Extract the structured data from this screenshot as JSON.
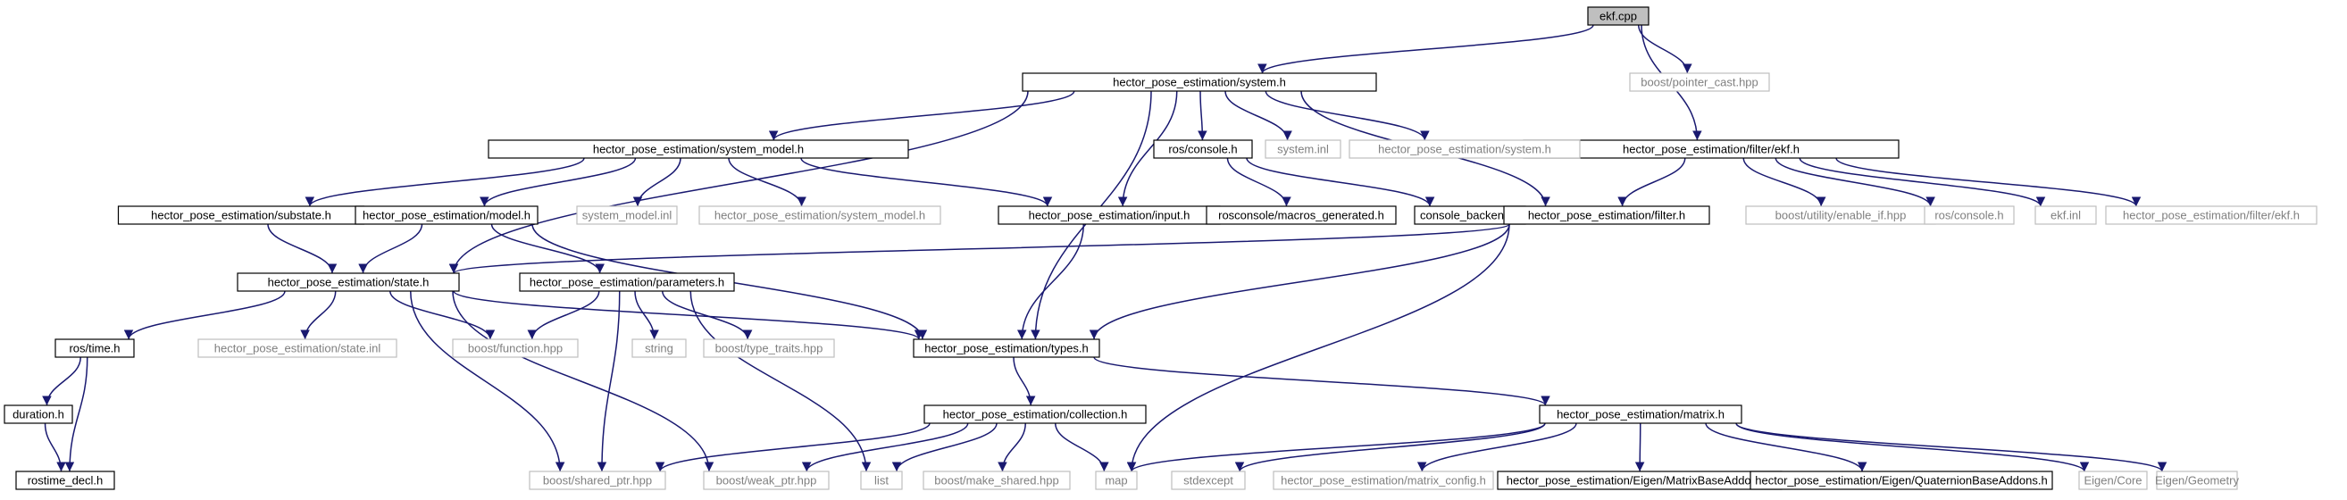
{
  "title": "",
  "colors": {
    "edge": "#191970",
    "primary_border": "#000000",
    "external_border": "#bfbfbf",
    "root_fill": "#bfbfbf",
    "external_text": "#808080"
  },
  "nodes": [
    {
      "id": "ekf_cpp",
      "label": "ekf.cpp",
      "kind": "root"
    },
    {
      "id": "boost_pointer_cast",
      "label": "boost/pointer_cast.hpp",
      "kind": "external"
    },
    {
      "id": "system_h",
      "label": "hector_pose_estimation/system.h",
      "kind": "primary"
    },
    {
      "id": "filter_ekf_h",
      "label": "hector_pose_estimation/filter/ekf.h",
      "kind": "primary"
    },
    {
      "id": "system_model_h",
      "label": "hector_pose_estimation/system_model.h",
      "kind": "primary"
    },
    {
      "id": "ros_console_h_1",
      "label": "ros/console.h",
      "kind": "primary"
    },
    {
      "id": "system_inl",
      "label": "system.inl",
      "kind": "external"
    },
    {
      "id": "hpe_system_h_ext",
      "label": "hector_pose_estimation/system.h",
      "kind": "external"
    },
    {
      "id": "substate_h",
      "label": "hector_pose_estimation/substate.h",
      "kind": "primary"
    },
    {
      "id": "model_h",
      "label": "hector_pose_estimation/model.h",
      "kind": "primary"
    },
    {
      "id": "system_model_inl",
      "label": "system_model.inl",
      "kind": "external"
    },
    {
      "id": "hpe_system_model_h_ext",
      "label": "hector_pose_estimation/system_model.h",
      "kind": "external"
    },
    {
      "id": "input_h",
      "label": "hector_pose_estimation/input.h",
      "kind": "primary"
    },
    {
      "id": "macros_generated_h",
      "label": "rosconsole/macros_generated.h",
      "kind": "primary"
    },
    {
      "id": "console_backend_h",
      "label": "console_backend.h",
      "kind": "primary"
    },
    {
      "id": "filter_h",
      "label": "hector_pose_estimation/filter.h",
      "kind": "primary"
    },
    {
      "id": "enable_if_hpp",
      "label": "boost/utility/enable_if.hpp",
      "kind": "external"
    },
    {
      "id": "ros_console_h_2",
      "label": "ros/console.h",
      "kind": "external"
    },
    {
      "id": "ekf_inl",
      "label": "ekf.inl",
      "kind": "external"
    },
    {
      "id": "hpe_filter_ekf_h_ext",
      "label": "hector_pose_estimation/filter/ekf.h",
      "kind": "external"
    },
    {
      "id": "state_h",
      "label": "hector_pose_estimation/state.h",
      "kind": "primary"
    },
    {
      "id": "parameters_h",
      "label": "hector_pose_estimation/parameters.h",
      "kind": "primary"
    },
    {
      "id": "ros_time_h",
      "label": "ros/time.h",
      "kind": "primary"
    },
    {
      "id": "state_inl",
      "label": "hector_pose_estimation/state.inl",
      "kind": "external"
    },
    {
      "id": "boost_function_hpp",
      "label": "boost/function.hpp",
      "kind": "external"
    },
    {
      "id": "string",
      "label": "string",
      "kind": "external"
    },
    {
      "id": "type_traits_hpp",
      "label": "boost/type_traits.hpp",
      "kind": "external"
    },
    {
      "id": "types_h",
      "label": "hector_pose_estimation/types.h",
      "kind": "primary"
    },
    {
      "id": "duration_h",
      "label": "duration.h",
      "kind": "primary"
    },
    {
      "id": "collection_h",
      "label": "hector_pose_estimation/collection.h",
      "kind": "primary"
    },
    {
      "id": "matrix_h",
      "label": "hector_pose_estimation/matrix.h",
      "kind": "primary"
    },
    {
      "id": "rostime_decl_h",
      "label": "rostime_decl.h",
      "kind": "primary"
    },
    {
      "id": "shared_ptr_hpp",
      "label": "boost/shared_ptr.hpp",
      "kind": "external"
    },
    {
      "id": "weak_ptr_hpp",
      "label": "boost/weak_ptr.hpp",
      "kind": "external"
    },
    {
      "id": "list",
      "label": "list",
      "kind": "external"
    },
    {
      "id": "make_shared_hpp",
      "label": "boost/make_shared.hpp",
      "kind": "external"
    },
    {
      "id": "map",
      "label": "map",
      "kind": "external"
    },
    {
      "id": "stdexcept",
      "label": "stdexcept",
      "kind": "external"
    },
    {
      "id": "matrix_config_h",
      "label": "hector_pose_estimation/matrix_config.h",
      "kind": "external"
    },
    {
      "id": "matrix_base_addons_h",
      "label": "hector_pose_estimation/Eigen/MatrixBaseAddons.h",
      "kind": "primary"
    },
    {
      "id": "quaternion_base_addons_h",
      "label": "hector_pose_estimation/Eigen/QuaternionBaseAddons.h",
      "kind": "primary"
    },
    {
      "id": "eigen_core",
      "label": "Eigen/Core",
      "kind": "external"
    },
    {
      "id": "eigen_geometry",
      "label": "Eigen/Geometry",
      "kind": "external"
    }
  ],
  "edges": [
    [
      "ekf_cpp",
      "system_h"
    ],
    [
      "ekf_cpp",
      "boost_pointer_cast"
    ],
    [
      "ekf_cpp",
      "filter_ekf_h"
    ],
    [
      "system_h",
      "system_model_h"
    ],
    [
      "system_h",
      "ros_console_h_1"
    ],
    [
      "system_h",
      "system_inl"
    ],
    [
      "system_h",
      "hpe_system_h_ext"
    ],
    [
      "system_h",
      "state_h"
    ],
    [
      "system_h",
      "input_h"
    ],
    [
      "system_h",
      "filter_h"
    ],
    [
      "system_h",
      "types_h"
    ],
    [
      "filter_ekf_h",
      "filter_h"
    ],
    [
      "filter_ekf_h",
      "enable_if_hpp"
    ],
    [
      "filter_ekf_h",
      "ros_console_h_2"
    ],
    [
      "filter_ekf_h",
      "ekf_inl"
    ],
    [
      "filter_ekf_h",
      "hpe_filter_ekf_h_ext"
    ],
    [
      "system_model_h",
      "substate_h"
    ],
    [
      "system_model_h",
      "model_h"
    ],
    [
      "system_model_h",
      "system_model_inl"
    ],
    [
      "system_model_h",
      "hpe_system_model_h_ext"
    ],
    [
      "system_model_h",
      "input_h"
    ],
    [
      "ros_console_h_1",
      "macros_generated_h"
    ],
    [
      "ros_console_h_1",
      "console_backend_h"
    ],
    [
      "substate_h",
      "state_h"
    ],
    [
      "model_h",
      "state_h"
    ],
    [
      "model_h",
      "parameters_h"
    ],
    [
      "model_h",
      "types_h"
    ],
    [
      "input_h",
      "types_h"
    ],
    [
      "filter_h",
      "state_h"
    ],
    [
      "filter_h",
      "types_h"
    ],
    [
      "filter_h",
      "map"
    ],
    [
      "state_h",
      "ros_time_h"
    ],
    [
      "state_h",
      "state_inl"
    ],
    [
      "state_h",
      "boost_function_hpp"
    ],
    [
      "state_h",
      "types_h"
    ],
    [
      "state_h",
      "shared_ptr_hpp"
    ],
    [
      "state_h",
      "weak_ptr_hpp"
    ],
    [
      "parameters_h",
      "boost_function_hpp"
    ],
    [
      "parameters_h",
      "string"
    ],
    [
      "parameters_h",
      "type_traits_hpp"
    ],
    [
      "parameters_h",
      "shared_ptr_hpp"
    ],
    [
      "parameters_h",
      "list"
    ],
    [
      "ros_time_h",
      "duration_h"
    ],
    [
      "ros_time_h",
      "rostime_decl_h"
    ],
    [
      "duration_h",
      "rostime_decl_h"
    ],
    [
      "types_h",
      "collection_h"
    ],
    [
      "types_h",
      "matrix_h"
    ],
    [
      "collection_h",
      "shared_ptr_hpp"
    ],
    [
      "collection_h",
      "weak_ptr_hpp"
    ],
    [
      "collection_h",
      "list"
    ],
    [
      "collection_h",
      "make_shared_hpp"
    ],
    [
      "collection_h",
      "map"
    ],
    [
      "matrix_h",
      "map"
    ],
    [
      "matrix_h",
      "stdexcept"
    ],
    [
      "matrix_h",
      "matrix_config_h"
    ],
    [
      "matrix_h",
      "matrix_base_addons_h"
    ],
    [
      "matrix_h",
      "quaternion_base_addons_h"
    ],
    [
      "matrix_h",
      "eigen_core"
    ],
    [
      "matrix_h",
      "eigen_geometry"
    ]
  ]
}
